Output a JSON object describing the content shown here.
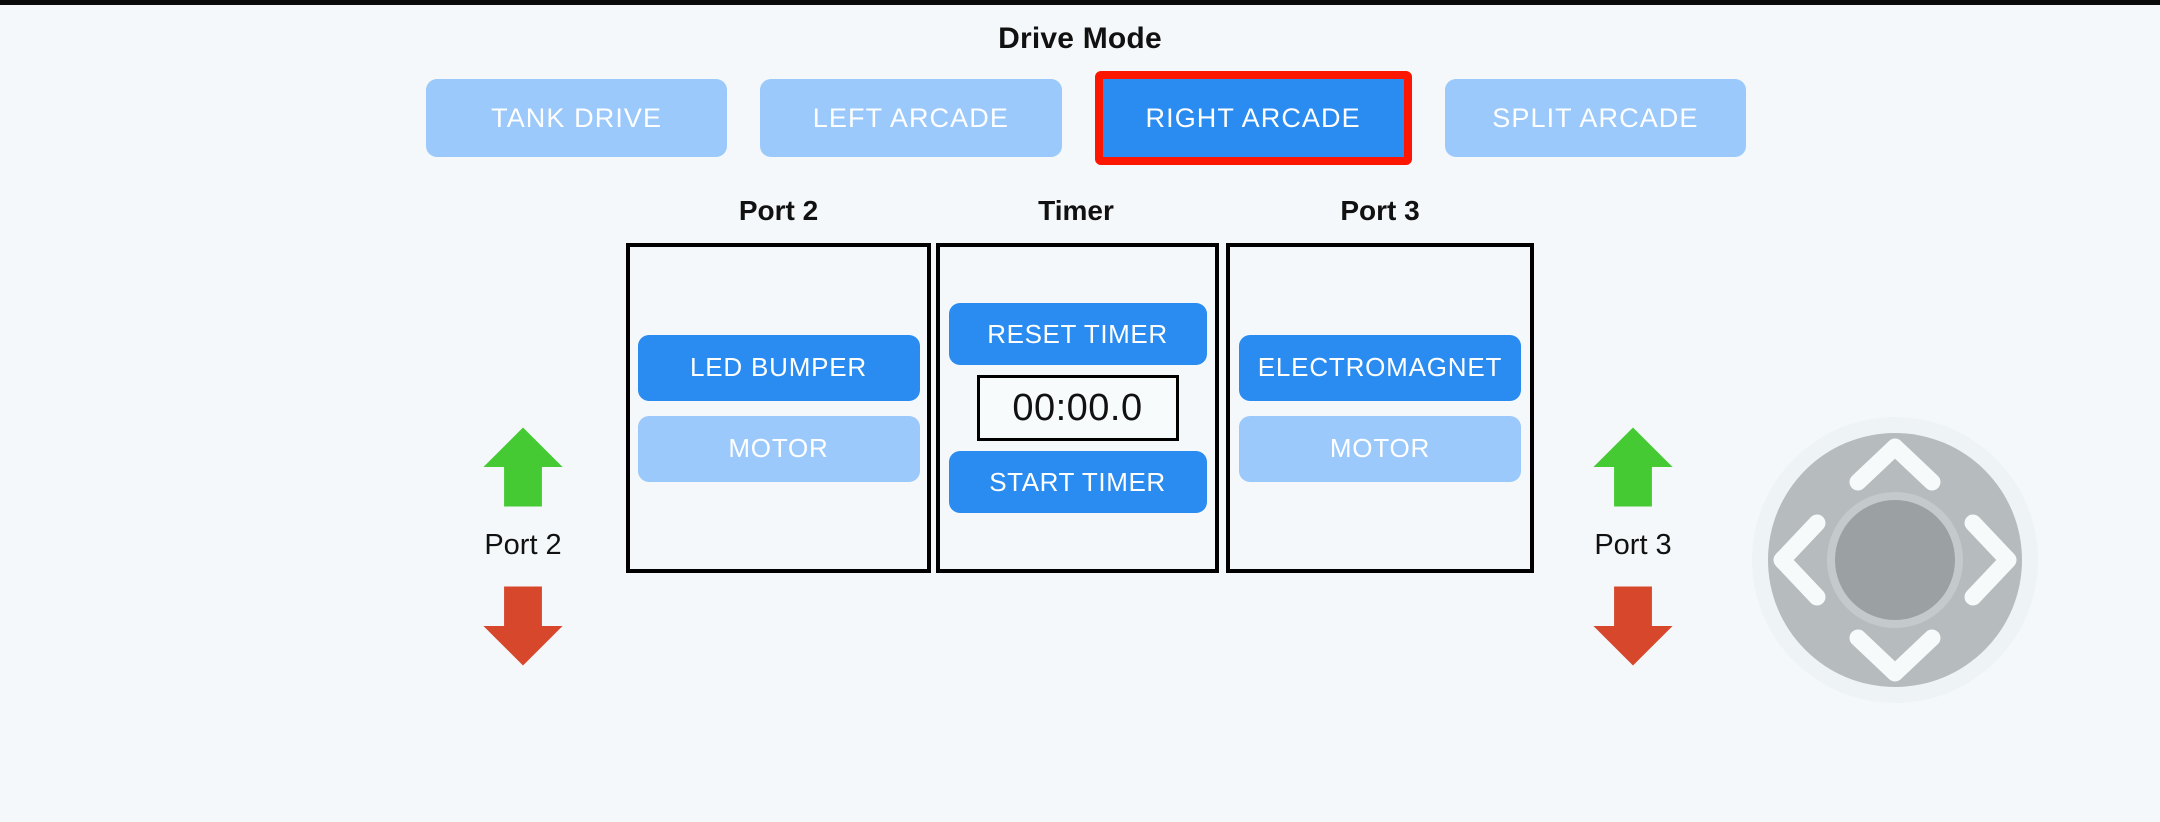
{
  "app": {
    "background_color": "#f4f8fa",
    "accent_active": "#2a8cf0",
    "accent_inactive": "#9bc9fb",
    "selection_outline": "#fc1703"
  },
  "drive_mode": {
    "title": "Drive Mode",
    "buttons": [
      {
        "label": "TANK DRIVE",
        "state": "inactive",
        "selected": false
      },
      {
        "label": "LEFT ARCADE",
        "state": "inactive",
        "selected": false
      },
      {
        "label": "RIGHT ARCADE",
        "state": "active",
        "selected": true
      },
      {
        "label": "SPLIT ARCADE",
        "state": "inactive",
        "selected": false
      }
    ]
  },
  "panels": {
    "port2": {
      "heading": "Port 2",
      "devices": [
        {
          "label": "LED BUMPER",
          "state": "active"
        },
        {
          "label": "MOTOR",
          "state": "inactive"
        }
      ]
    },
    "timer": {
      "heading": "Timer",
      "reset_label": "RESET TIMER",
      "display_value": "00:00.0",
      "start_label": "START TIMER"
    },
    "port3": {
      "heading": "Port 3",
      "devices": [
        {
          "label": "ELECTROMAGNET",
          "state": "active"
        },
        {
          "label": "MOTOR",
          "state": "inactive"
        }
      ]
    }
  },
  "port_controls": {
    "left": {
      "label": "Port 2",
      "up_icon": "green-up-arrow-icon",
      "down_icon": "red-down-arrow-icon"
    },
    "right": {
      "label": "Port 3",
      "up_icon": "green-up-arrow-icon",
      "down_icon": "red-down-arrow-icon"
    },
    "up_color": "#45ca33",
    "down_color": "#d6472b"
  },
  "dpad": {
    "icon": "dpad-joystick-icon",
    "outer_color": "#b6bbbd",
    "inner_color": "#9ba1a3",
    "chevron_color": "#f7fafa",
    "directions": [
      "up",
      "right",
      "down",
      "left"
    ]
  }
}
